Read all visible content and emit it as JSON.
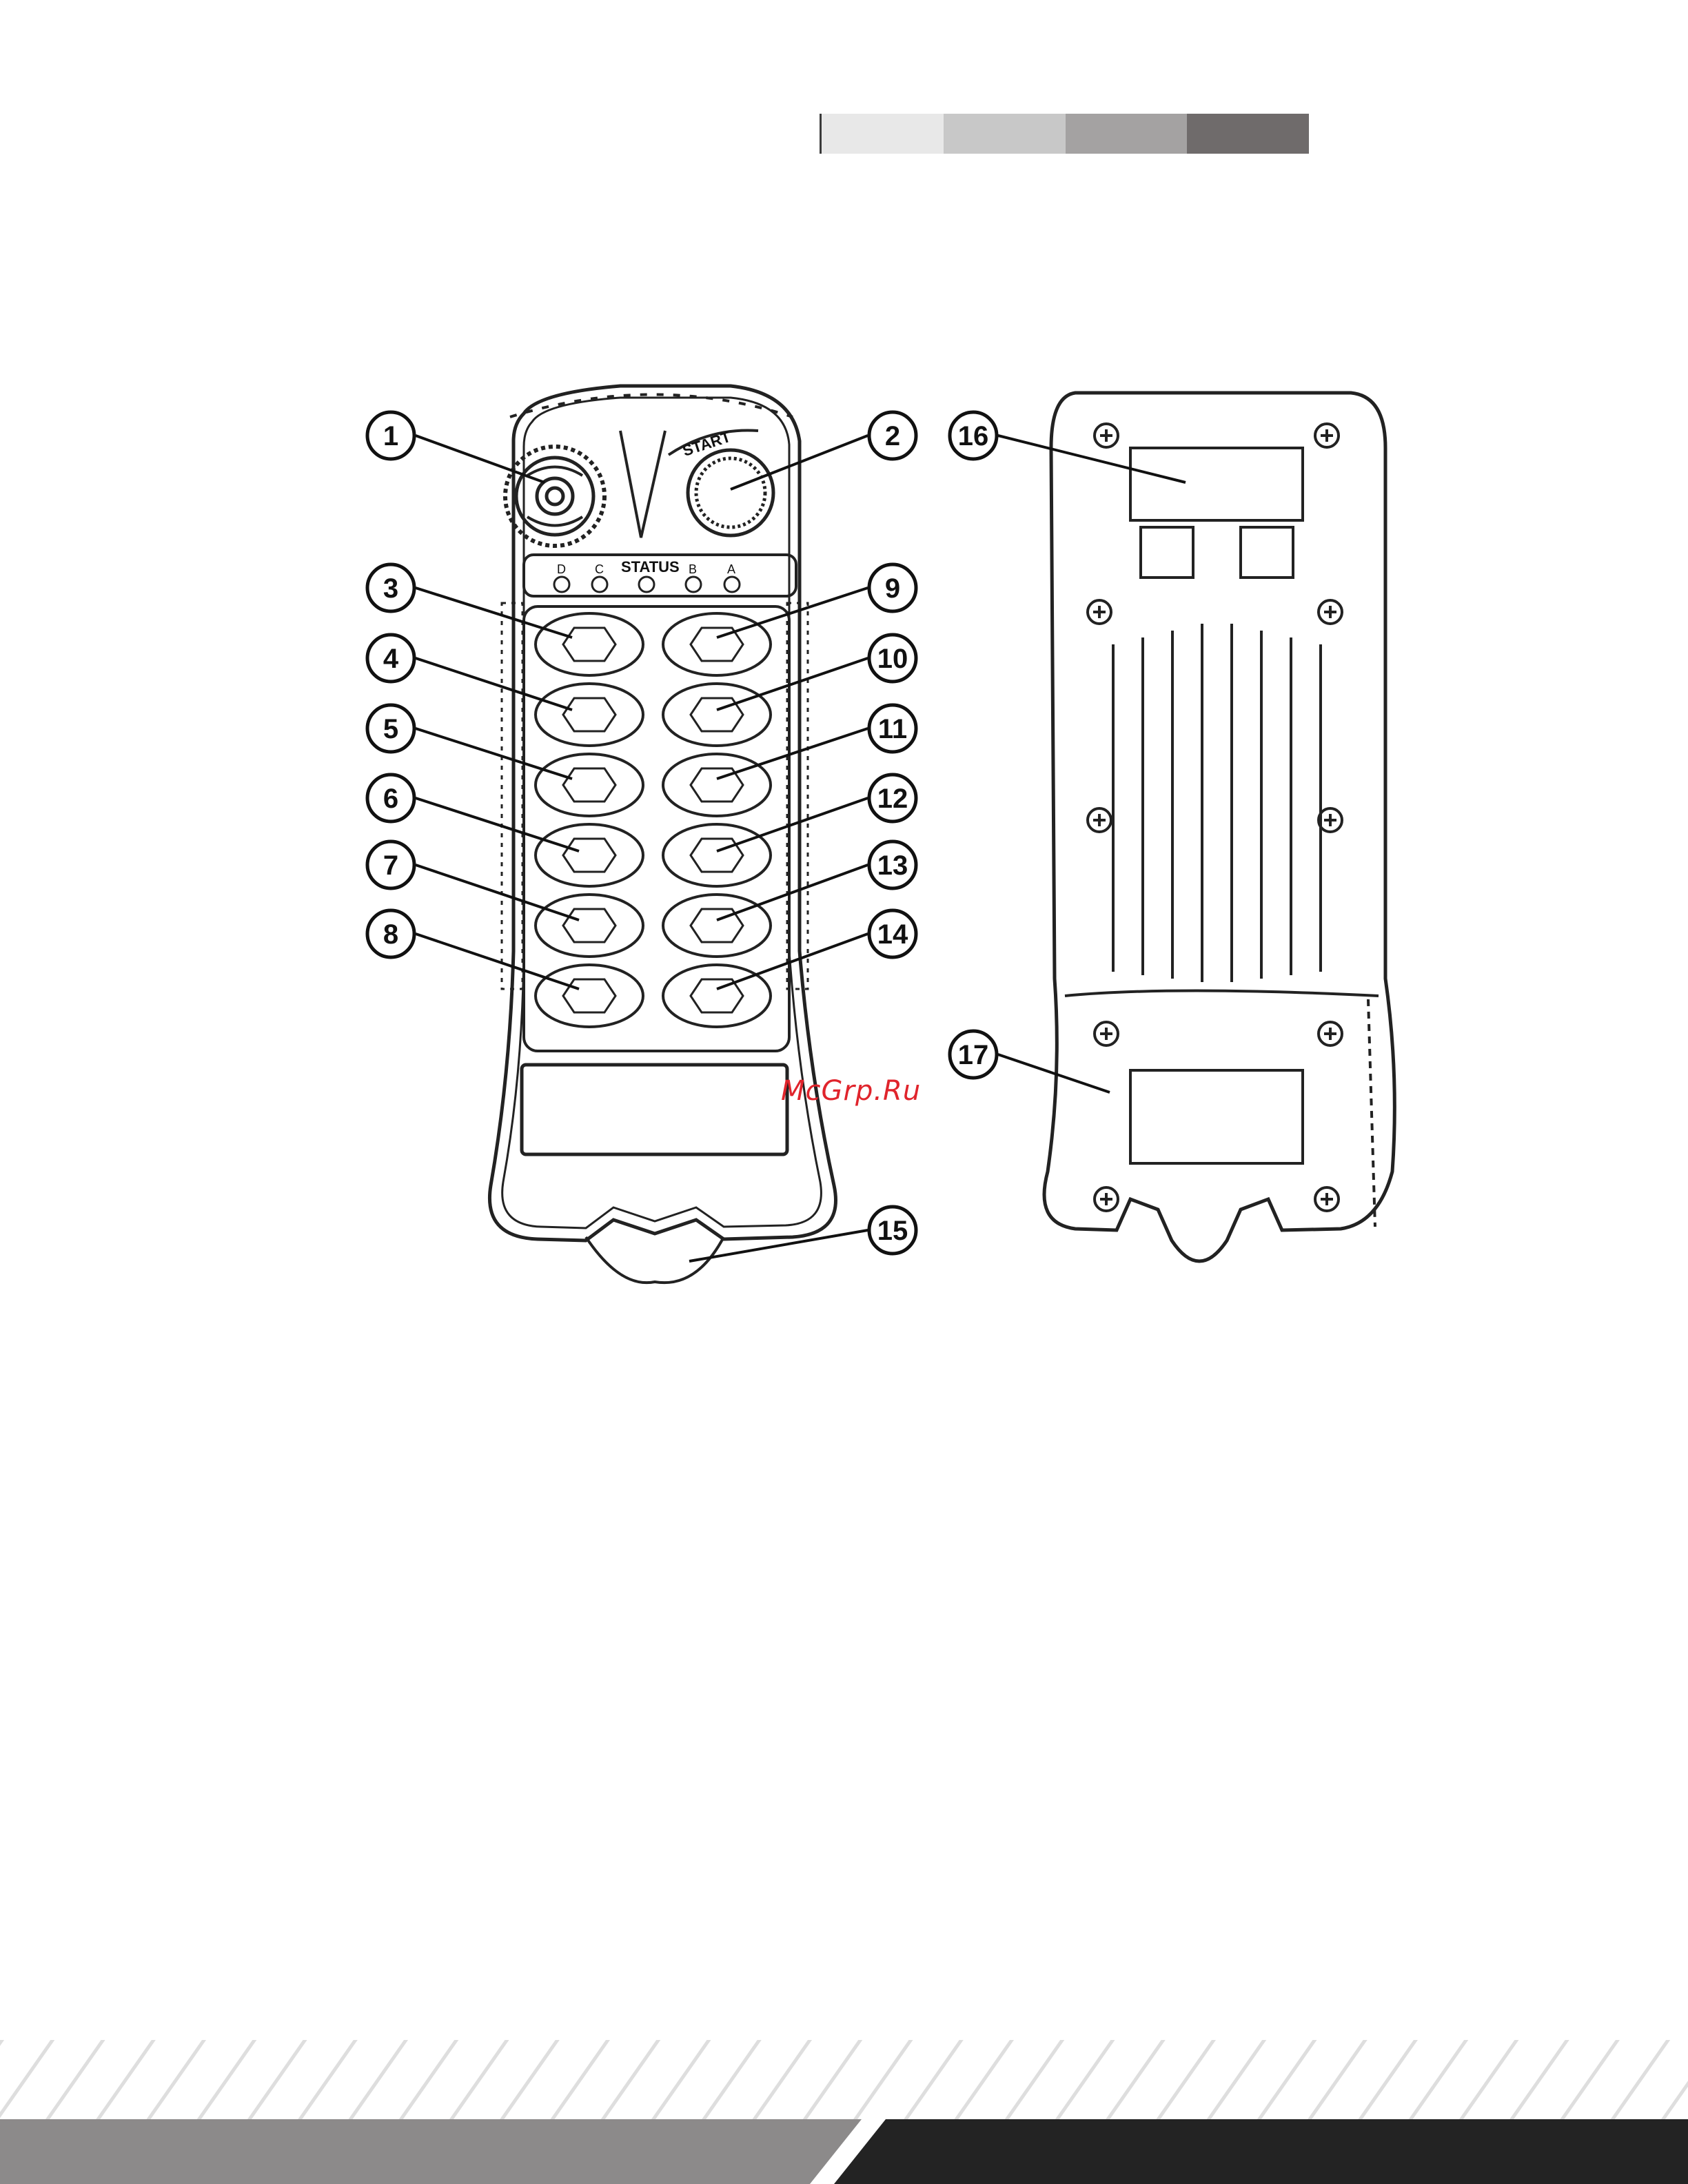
{
  "header": {
    "swatches": [
      "#e8e8e8",
      "#c8c8c8",
      "#a4a2a2",
      "#6f6b6b"
    ]
  },
  "front": {
    "start_label": "START",
    "status_label": "STATUS",
    "led_labels": [
      "D",
      "C",
      "B",
      "A"
    ]
  },
  "callouts": [
    "1",
    "2",
    "3",
    "4",
    "5",
    "6",
    "7",
    "8",
    "9",
    "10",
    "11",
    "12",
    "13",
    "14",
    "15",
    "16",
    "17"
  ],
  "watermark": "McGrp.Ru",
  "footer": {
    "band_light": "#8c8a8a",
    "band_dark": "#232323"
  }
}
